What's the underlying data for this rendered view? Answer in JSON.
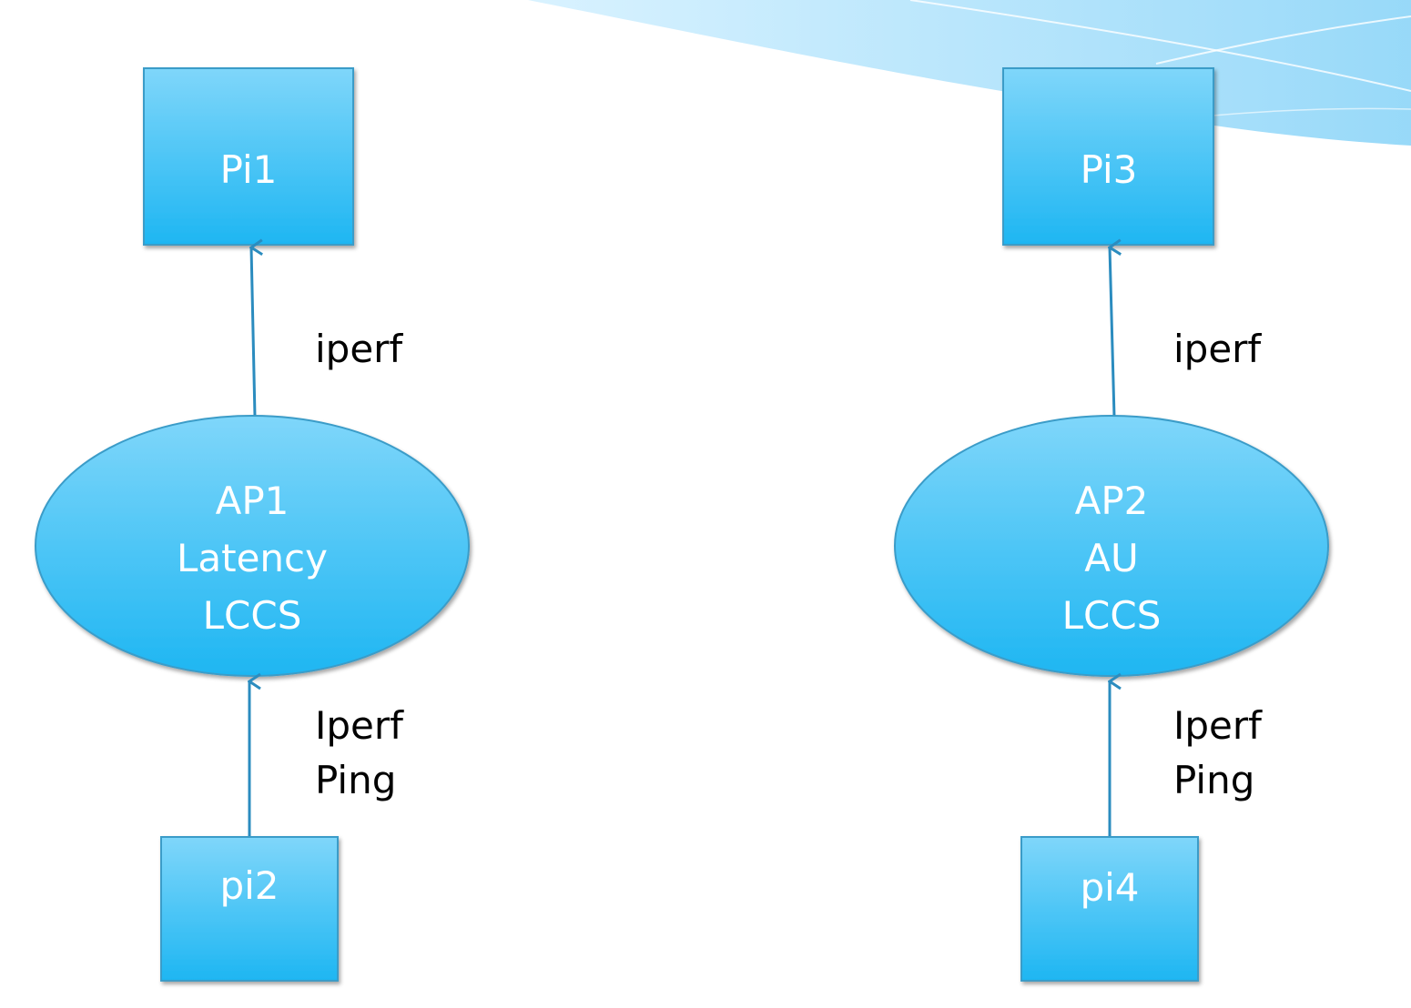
{
  "colors": {
    "node_fill_top": "#7fd6fa",
    "node_fill_bottom": "#1eb6f2",
    "node_stroke": "#3a9cc8",
    "edge": "#2b8cbf",
    "text_on_node": "#ffffff",
    "edge_label": "#000000",
    "swoosh_light": "#d6efff",
    "swoosh_mid": "#a8dcfb"
  },
  "nodes": {
    "pi1": {
      "label": "Pi1"
    },
    "pi2": {
      "label": "pi2"
    },
    "pi3": {
      "label": "Pi3"
    },
    "pi4": {
      "label": "pi4"
    },
    "ap1": {
      "lines": [
        "AP1",
        "Latency",
        "LCCS"
      ]
    },
    "ap2": {
      "lines": [
        "AP2",
        "AU",
        "LCCS"
      ]
    }
  },
  "edges": {
    "ap1_to_pi1": {
      "lines": [
        "iperf"
      ]
    },
    "pi2_to_ap1": {
      "lines": [
        "Iperf",
        "Ping"
      ]
    },
    "ap2_to_pi3": {
      "lines": [
        "iperf"
      ]
    },
    "pi4_to_ap2": {
      "lines": [
        "Iperf",
        "Ping"
      ]
    }
  }
}
